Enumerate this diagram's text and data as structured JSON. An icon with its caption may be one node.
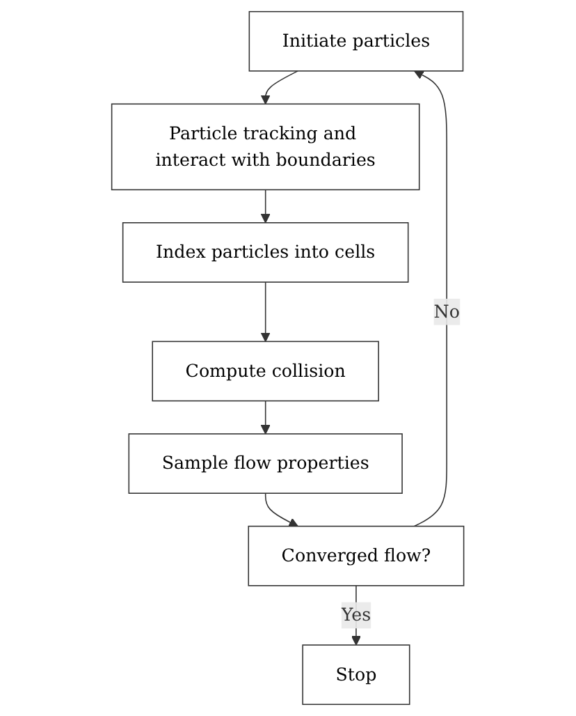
{
  "diagram": {
    "nodes": [
      {
        "text": [
          "Initiate particles"
        ]
      },
      {
        "text": [
          "Particle tracking and interact with boundaries"
        ]
      },
      {
        "text": [
          "Index particles into cells"
        ]
      },
      {
        "text": [
          "Compute collision"
        ]
      },
      {
        "text": [
          "Sample flow properties"
        ]
      },
      {
        "text": [
          "Converged flow?"
        ]
      },
      {
        "text": [
          "Stop"
        ]
      }
    ],
    "edges": [
      {
        "from": 0,
        "to": 1,
        "arrow": "to"
      },
      {
        "from": 1,
        "to": 2,
        "arrow": "to"
      },
      {
        "from": 2,
        "to": 3,
        "arrow": "to"
      },
      {
        "from": 3,
        "to": 4,
        "arrow": "to"
      },
      {
        "from": 4,
        "to": 5,
        "arrow": "to"
      },
      {
        "from": 5,
        "to": 6,
        "arrow": "to",
        "label": "Yes"
      },
      {
        "from": 5,
        "to": 0,
        "arrow": "to",
        "label": "No"
      }
    ]
  }
}
